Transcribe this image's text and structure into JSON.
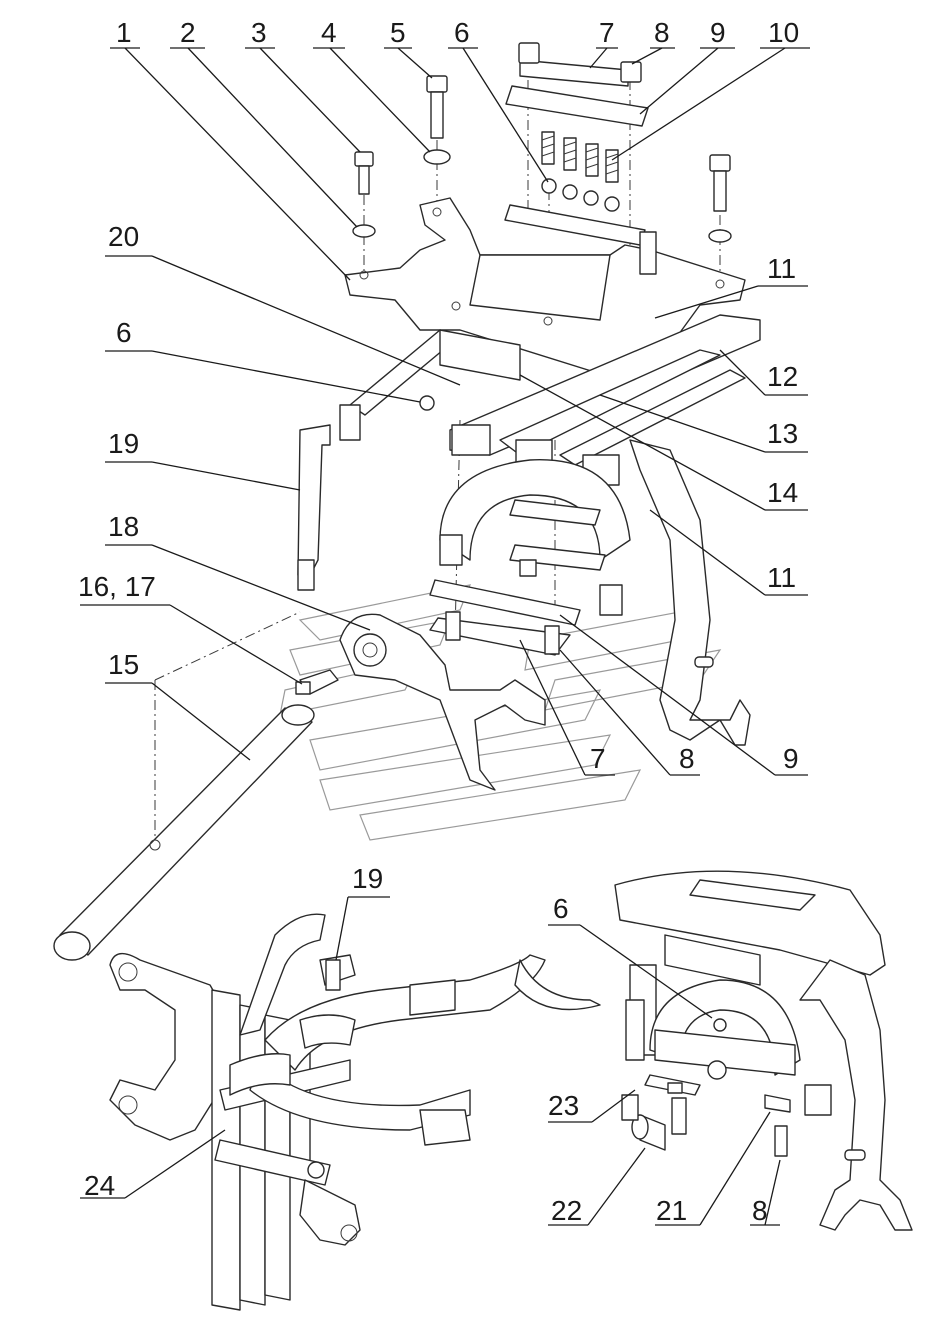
{
  "callouts": {
    "c1": "1",
    "c2": "2",
    "c3": "3",
    "c4": "4",
    "c5": "5",
    "c6a": "6",
    "c7a": "7",
    "c8a": "8",
    "c9a": "9",
    "c10": "10",
    "c11a": "11",
    "c12": "12",
    "c13": "13",
    "c14": "14",
    "c11b": "11",
    "c20": "20",
    "c6b": "6",
    "c19a": "19",
    "c18": "18",
    "c1617": "16, 17",
    "c15": "15",
    "c7b": "7",
    "c8b": "8",
    "c9b": "9",
    "c19b": "19",
    "c6c": "6",
    "c23": "23",
    "c22": "22",
    "c21": "21",
    "c8c": "8",
    "c24": "24"
  }
}
